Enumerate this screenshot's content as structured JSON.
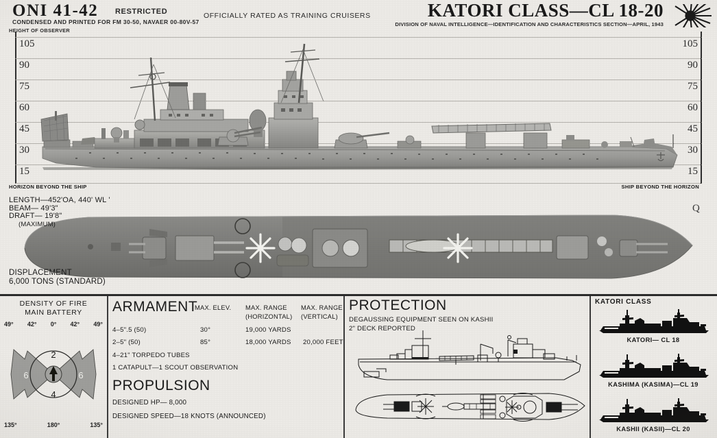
{
  "header": {
    "oni_title": "ONI 41-42",
    "restricted": "RESTRICTED",
    "condensed": "CONDENSED AND PRINTED FOR FM 30-50, NAVAER  00-80V-57",
    "height_of_observer": "HEIGHT OF OBSERVER",
    "officially_rated": "OFFICIALLY    RATED AS TRAINING CRUISERS",
    "class_title": "KATORI CLASS—CL 18-20",
    "division_line": "DIVISION OF NAVAL INTELLIGENCE—IDENTIFICATION AND CHARACTERISTICS SECTION—APRIL, 1943",
    "flag_icon": "rising-sun-flag-icon"
  },
  "profile": {
    "scale_labels": [
      "105",
      "90",
      "75",
      "60",
      "45",
      "30",
      "15"
    ],
    "horizon_left": "HORIZON BEYOND THE SHIP",
    "horizon_right": "SHIP BEYOND THE HORIZON",
    "q_mark": "Q"
  },
  "dimensions": {
    "length": "LENGTH—452'OA, 440'  WL '",
    "beam": "BEAM—     49'3\"",
    "draft": "DRAFT—   19'8\"",
    "maximum": "(MAXIMUM)"
  },
  "displacement": {
    "title": "DISPLACEMENT",
    "value": "6,000 TONS (STANDARD)"
  },
  "density_of_fire": {
    "title_line1": "DENSITY OF FIRE",
    "title_line2": "MAIN BATTERY",
    "top_angles": [
      "49°",
      "42°",
      "0°",
      "42°",
      "49°"
    ],
    "bottom_angles": [
      "135°",
      "180°",
      "135°"
    ],
    "forward_value": "2",
    "aft_value": "4",
    "port_value": "6",
    "starboard_value": "6"
  },
  "armament": {
    "title": "ARMAMENT",
    "head_elev": "MAX. ELEV.",
    "head_range_h": "MAX. RANGE",
    "head_range_v": "MAX. RANGE",
    "head_range_h2": "(HORIZONTAL)",
    "head_range_v2": "(VERTICAL)",
    "rows": [
      {
        "gun": "4–5\".5 (50)",
        "elev": "30°",
        "range_h": "19,000 YARDS",
        "range_v": ""
      },
      {
        "gun": "2–5\"   (50)",
        "elev": "85°",
        "range_h": "18,000 YARDS",
        "range_v": "20,000 FEET"
      }
    ],
    "note1": "4–21\" TORPEDO TUBES",
    "note2": "1 CATAPULT—1 SCOUT OBSERVATION"
  },
  "propulsion": {
    "title": "PROPULSION",
    "designed_hp": "DESIGNED HP—     8,000",
    "designed_speed": "DESIGNED SPEED—18 KNOTS (ANNOUNCED)"
  },
  "protection": {
    "title": "PROTECTION",
    "line1": "DEGAUSSING  EQUIPMENT  SEEN  ON      KASHII",
    "line2": "2\" DECK REPORTED"
  },
  "class_list": {
    "title": "KATORI CLASS",
    "ships": [
      {
        "label": "KATORI— CL 18"
      },
      {
        "label": "KASHIMA (KASIMA)—CL 19"
      },
      {
        "label": "KASHII (KASII)—CL 20"
      }
    ]
  },
  "colors": {
    "paper": "#eceae6",
    "ink": "#1a1a1a",
    "hull_grey": "#9a9a97",
    "hull_dark": "#6e6e6c",
    "silhouette": "#111111"
  }
}
